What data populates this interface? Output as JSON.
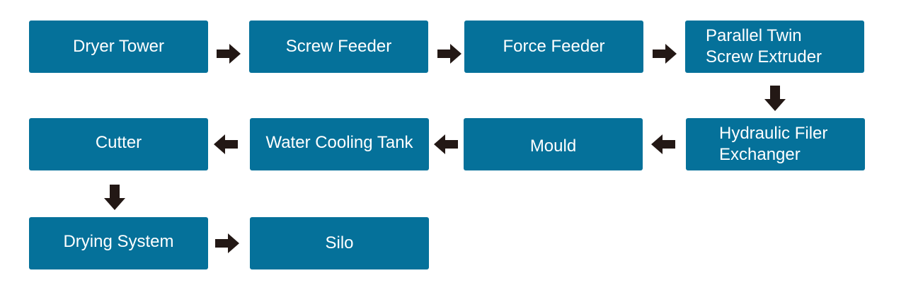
{
  "colors": {
    "box_fill": "#05719a",
    "box_text": "#ffffff",
    "arrow": "#231815"
  },
  "steps": {
    "dryer_tower": "Dryer Tower",
    "screw_feeder": "Screw Feeder",
    "force_feeder": "Force Feeder",
    "parallel_twin_screw_extruder": "Parallel Twin\nScrew Extruder",
    "hydraulic_filer_exchanger": "Hydraulic Filer\nExchanger",
    "mould": "Mould",
    "water_cooling_tank": "Water Cooling Tank",
    "cutter": "Cutter",
    "drying_system": "Drying System",
    "silo": "Silo"
  },
  "arrows": [
    {
      "from": "dryer_tower",
      "to": "screw_feeder",
      "direction": "right"
    },
    {
      "from": "screw_feeder",
      "to": "force_feeder",
      "direction": "right"
    },
    {
      "from": "force_feeder",
      "to": "parallel_twin_screw_extruder",
      "direction": "right"
    },
    {
      "from": "parallel_twin_screw_extruder",
      "to": "hydraulic_filer_exchanger",
      "direction": "down"
    },
    {
      "from": "hydraulic_filer_exchanger",
      "to": "mould",
      "direction": "left"
    },
    {
      "from": "mould",
      "to": "water_cooling_tank",
      "direction": "left"
    },
    {
      "from": "water_cooling_tank",
      "to": "cutter",
      "direction": "left"
    },
    {
      "from": "cutter",
      "to": "drying_system",
      "direction": "down"
    },
    {
      "from": "drying_system",
      "to": "silo",
      "direction": "right"
    }
  ]
}
